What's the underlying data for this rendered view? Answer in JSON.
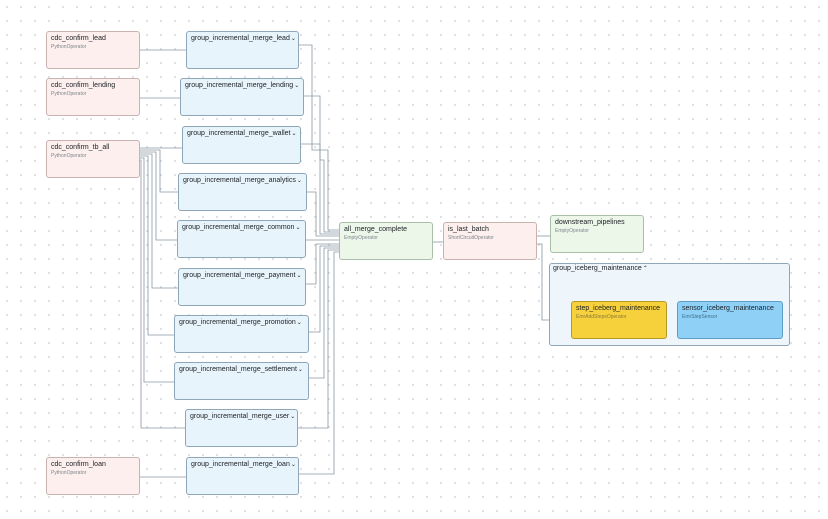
{
  "nodes": {
    "cdc_confirm_lead": {
      "label": "cdc_confirm_lead",
      "operator": "PythonOperator"
    },
    "cdc_confirm_lending": {
      "label": "cdc_confirm_lending",
      "operator": "PythonOperator"
    },
    "cdc_confirm_tb_all": {
      "label": "cdc_confirm_tb_all",
      "operator": "PythonOperator"
    },
    "cdc_confirm_loan": {
      "label": "cdc_confirm_loan",
      "operator": "PythonOperator"
    },
    "group_lead": {
      "label": "group_incremental_merge_lead"
    },
    "group_lending": {
      "label": "group_incremental_merge_lending"
    },
    "group_wallet": {
      "label": "group_incremental_merge_wallet"
    },
    "group_analytics": {
      "label": "group_incremental_merge_analytics"
    },
    "group_common": {
      "label": "group_incremental_merge_common"
    },
    "group_payment": {
      "label": "group_incremental_merge_payment"
    },
    "group_promotion": {
      "label": "group_incremental_merge_promotion"
    },
    "group_settlement": {
      "label": "group_incremental_merge_settlement"
    },
    "group_user": {
      "label": "group_incremental_merge_user"
    },
    "group_loan": {
      "label": "group_incremental_merge_loan"
    },
    "all_merge_complete": {
      "label": "all_merge_complete",
      "operator": "EmptyOperator"
    },
    "is_last_batch": {
      "label": "is_last_batch",
      "operator": "ShortCircuitOperator"
    },
    "downstream_pipelines": {
      "label": "downstream_pipelines",
      "operator": "EmptyOperator"
    },
    "group_iceberg_maintenance": {
      "label": "group_iceberg_maintenance"
    },
    "step_iceberg_maintenance": {
      "label": "step_iceberg_maintenance",
      "operator": "EmrAddStepsOperator"
    },
    "sensor_iceberg_maintenance": {
      "label": "sensor_iceberg_maintenance",
      "operator": "EmrStepSensor"
    }
  },
  "icons": {
    "collapsed": "chevron-down-icon",
    "expanded": "chevron-up-icon"
  },
  "colors": {
    "task_red": "#fdefed",
    "group_blue": "#e8f4fb",
    "empty_green": "#ecf7ea",
    "emr_yellow": "#f7d13c",
    "sensor_blue": "#8fd0f7",
    "edge": "#8a96a3"
  }
}
